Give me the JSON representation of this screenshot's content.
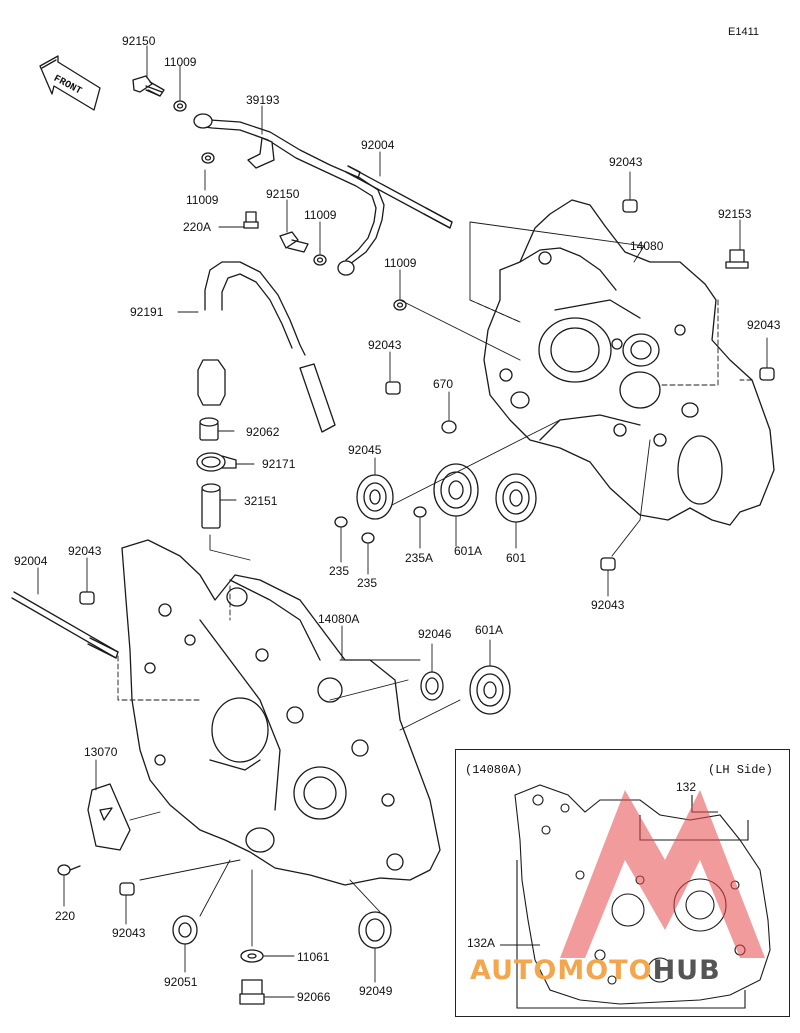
{
  "diagram": {
    "code": "E1411",
    "front_label": "FRONT",
    "parts": [
      {
        "id": "p92150a",
        "label": "92150"
      },
      {
        "id": "p11009a",
        "label": "11009"
      },
      {
        "id": "p39193",
        "label": "39193"
      },
      {
        "id": "p11009b",
        "label": "11009"
      },
      {
        "id": "p220A",
        "label": "220A"
      },
      {
        "id": "p92150b",
        "label": "92150"
      },
      {
        "id": "p11009c",
        "label": "11009"
      },
      {
        "id": "p92004a",
        "label": "92004"
      },
      {
        "id": "p11009d",
        "label": "11009"
      },
      {
        "id": "p92043a",
        "label": "92043"
      },
      {
        "id": "p14080",
        "label": "14080"
      },
      {
        "id": "p92153",
        "label": "92153"
      },
      {
        "id": "p92043b",
        "label": "92043"
      },
      {
        "id": "p92191",
        "label": "92191"
      },
      {
        "id": "p92043c",
        "label": "92043"
      },
      {
        "id": "p670",
        "label": "670"
      },
      {
        "id": "p92062",
        "label": "92062"
      },
      {
        "id": "p92171",
        "label": "92171"
      },
      {
        "id": "p92045",
        "label": "92045"
      },
      {
        "id": "p32151",
        "label": "32151"
      },
      {
        "id": "p235a",
        "label": "235"
      },
      {
        "id": "p235b",
        "label": "235"
      },
      {
        "id": "p235A",
        "label": "235A"
      },
      {
        "id": "p601A_upper",
        "label": "601A"
      },
      {
        "id": "p601",
        "label": "601"
      },
      {
        "id": "p92043d",
        "label": "92043"
      },
      {
        "id": "p92004b",
        "label": "92004"
      },
      {
        "id": "p92043e",
        "label": "92043"
      },
      {
        "id": "p14080A",
        "label": "14080A"
      },
      {
        "id": "p92046",
        "label": "92046"
      },
      {
        "id": "p601A_lower",
        "label": "601A"
      },
      {
        "id": "p13070",
        "label": "13070"
      },
      {
        "id": "p220",
        "label": "220"
      },
      {
        "id": "p92043f",
        "label": "92043"
      },
      {
        "id": "p92051",
        "label": "92051"
      },
      {
        "id": "p11061",
        "label": "11061"
      },
      {
        "id": "p92066",
        "label": "92066"
      },
      {
        "id": "p92049",
        "label": "92049"
      }
    ],
    "inset": {
      "title_left": "(14080A)",
      "title_right": "(LH Side)",
      "label_132": "132",
      "label_132A": "132A"
    },
    "watermark": {
      "part1": "AUTOMOTO",
      "part2": "HUB"
    },
    "colors": {
      "line": "#1a1a1a",
      "watermark_red": "#e8484a",
      "watermark_orange": "#f3a64b"
    }
  }
}
